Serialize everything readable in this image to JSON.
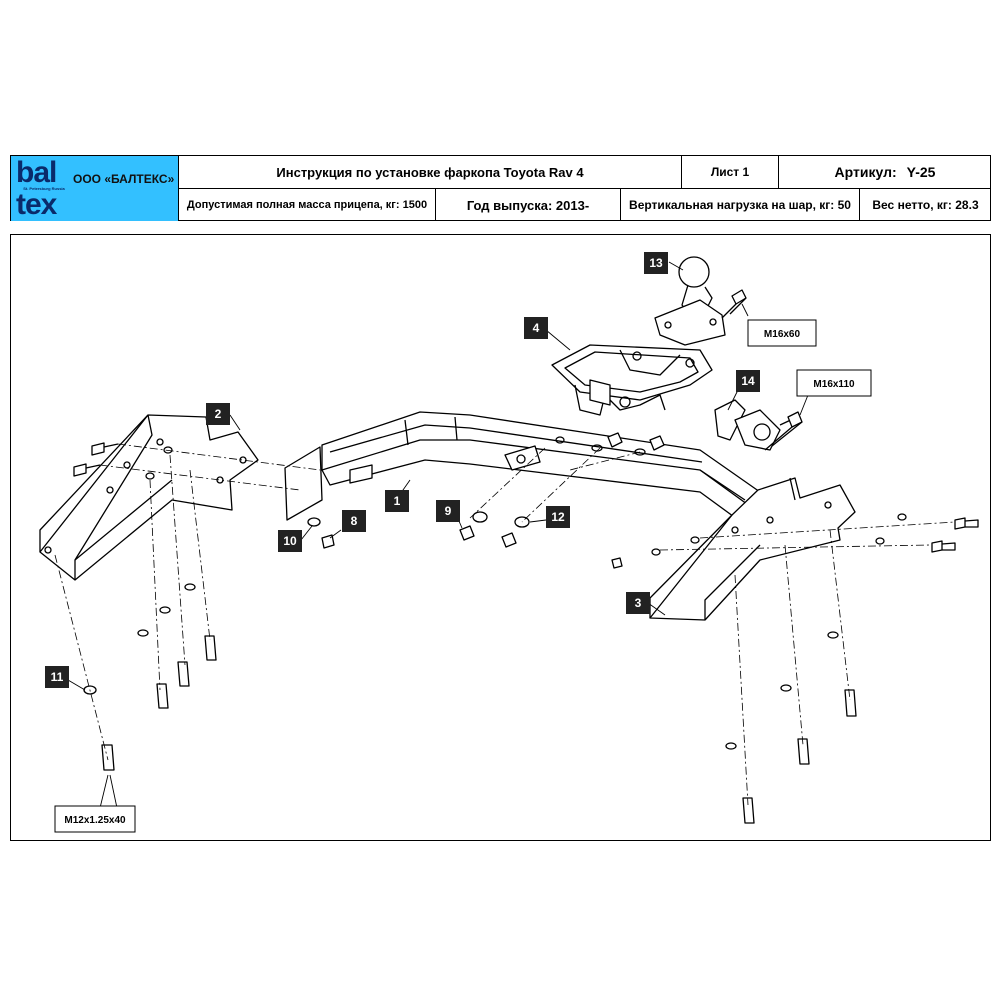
{
  "logo": {
    "line1": "bal",
    "line2": "tex",
    "tagline": "St. Petersburg Russia",
    "color": "#33c0ff"
  },
  "header": {
    "company": "ООО «БАЛТЕКС»",
    "title": "Инструкция по установке фаркопа Toyota Rav 4",
    "sheet": "Лист 1",
    "article_label": "Артикул:",
    "article_value": "Y-25",
    "max_trailer_mass": "Допустимая полная масса прицепа, кг: 1500",
    "year": "Год выпуска: 2013-",
    "vertical_load": "Вертикальная нагрузка на шар, кг: 50",
    "net_weight": "Вес нетто, кг: 28.3"
  },
  "diagram": {
    "part_numbers": [
      "1",
      "2",
      "3",
      "4",
      "8",
      "9",
      "10",
      "11",
      "12",
      "13",
      "14"
    ],
    "callouts": {
      "m16x60": "M16x60",
      "m16x110": "M16x110",
      "m12": "M12x1.25x40"
    }
  }
}
